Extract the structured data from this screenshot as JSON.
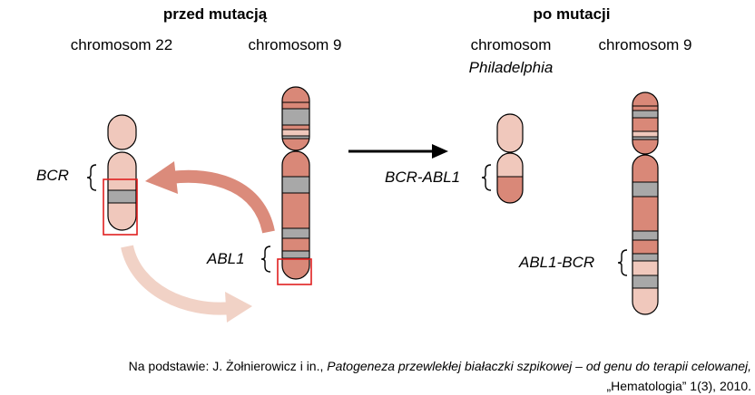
{
  "headings": {
    "before": "przed mutacją",
    "after": "po mutacji"
  },
  "chromosomes": {
    "chr22": "chromosom 22",
    "chr9_before": "chromosom 9",
    "philadelphia_line1": "chromosom",
    "philadelphia_line2": "Philadelphia",
    "chr9_after": "chromosom 9"
  },
  "genes": {
    "bcr": "BCR",
    "abl1": "ABL1",
    "bcr_abl1": "BCR-ABL1",
    "abl1_bcr": "ABL1-BCR"
  },
  "caption": {
    "prefix": "Na podstawie: J. Żołnierowicz i in., ",
    "title": "Patogeneza przewlekłej białaczki szpikowej – od genu do terapii celowanej,",
    "source": "„Hematologia” 1(3), 2010."
  },
  "colors": {
    "dark_band": "#d98878",
    "light_band": "#f0c8bc",
    "grey_band": "#a8a8a8",
    "highlight": "#e02020",
    "arrow_dark": "#db8b7b",
    "arrow_light": "#f1d2c6"
  }
}
